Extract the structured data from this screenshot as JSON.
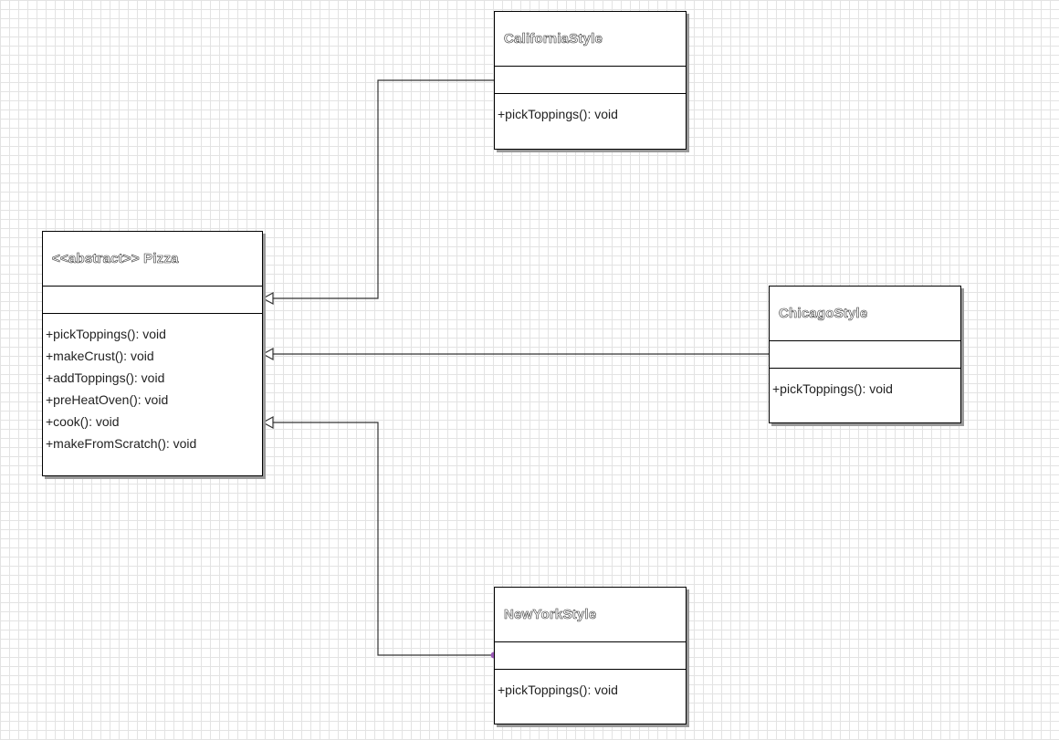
{
  "classes": {
    "pizza": {
      "name": "<<abstract>> Pizza",
      "operations": [
        "+pickToppings(): void",
        "+makeCrust(): void",
        "+addToppings(): void",
        "+preHeatOven(): void",
        "+cook(): void",
        "+makeFromScratch(): void"
      ]
    },
    "california": {
      "name": "CaliforniaStyle",
      "operations": [
        "+pickToppings(): void"
      ]
    },
    "chicago": {
      "name": "ChicagoStyle",
      "operations": [
        "+pickToppings(): void"
      ]
    },
    "newyork": {
      "name": "NewYorkStyle",
      "operations": [
        "+pickToppings(): void"
      ]
    }
  },
  "colors": {
    "line": "#333333",
    "connection_handle": "#9b59b6"
  }
}
